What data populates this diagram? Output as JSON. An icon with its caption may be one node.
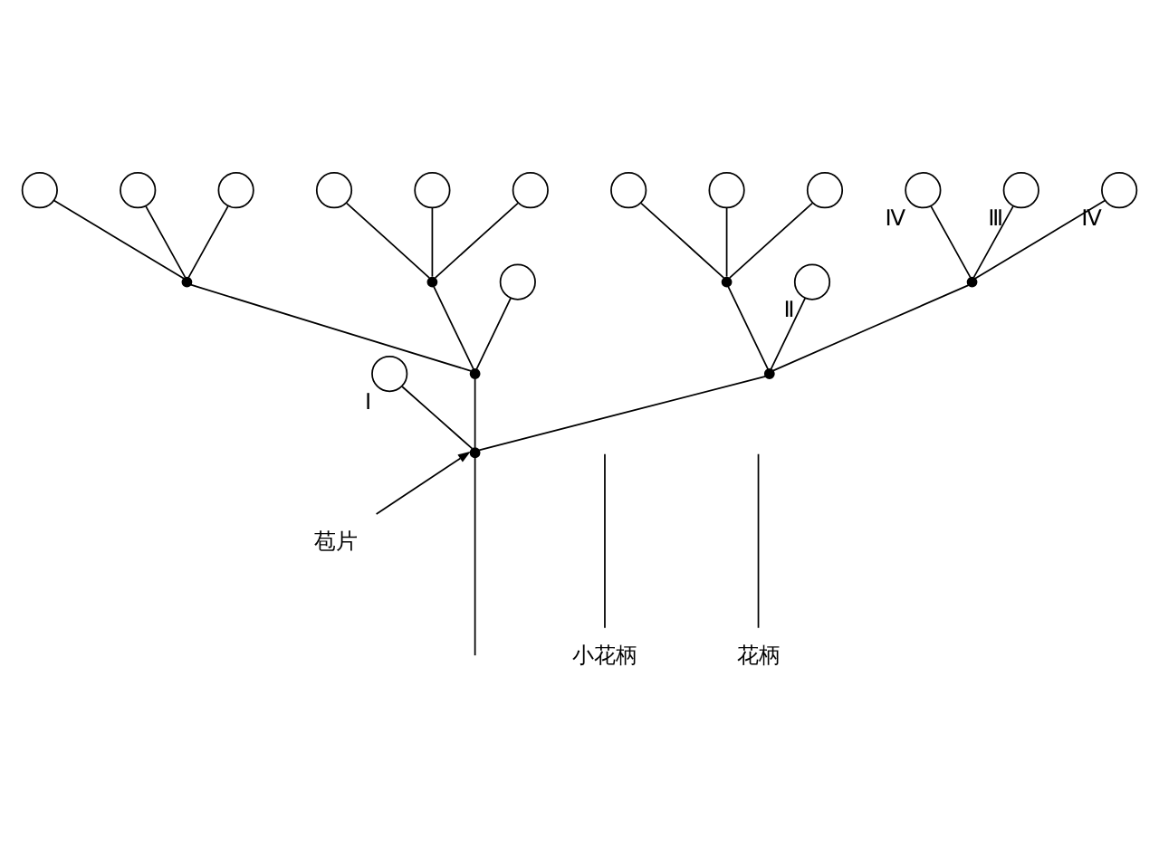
{
  "diagram": {
    "nodes": [
      {
        "text": [],
        "shape": "point"
      },
      {
        "text": [],
        "shape": "circle",
        "beside": [
          "Ⅰ"
        ]
      },
      {
        "text": [],
        "shape": "point"
      },
      {
        "text": [],
        "shape": "point"
      },
      {
        "text": [],
        "shape": "point"
      },
      {
        "text": [],
        "shape": "circle"
      },
      {
        "text": [],
        "shape": "circle"
      },
      {
        "text": [],
        "shape": "circle"
      },
      {
        "text": [],
        "shape": "point"
      },
      {
        "text": [],
        "shape": "circle"
      },
      {
        "text": [],
        "shape": "circle"
      },
      {
        "text": [],
        "shape": "circle"
      },
      {
        "text": [],
        "shape": "circle"
      },
      {
        "text": [],
        "shape": "point"
      },
      {
        "text": [],
        "shape": "circle"
      },
      {
        "text": [],
        "shape": "circle"
      },
      {
        "text": [],
        "shape": "circle"
      },
      {
        "text": [],
        "shape": "circle",
        "beside": [
          "Ⅱ"
        ]
      },
      {
        "text": [],
        "shape": "point"
      },
      {
        "text": [],
        "shape": "circle",
        "beside": [
          "Ⅳ"
        ]
      },
      {
        "text": [],
        "shape": "circle",
        "beside": [
          "Ⅲ"
        ]
      },
      {
        "text": [],
        "shape": "circle",
        "beside": [
          "Ⅳ"
        ]
      },
      {
        "text": [
          "小花柄"
        ]
      },
      {
        "text": [
          "苞片"
        ]
      },
      {
        "text": [
          "花柄"
        ]
      }
    ],
    "edges": [
      {
        "from": null,
        "to": 0,
        "arrow": "none"
      },
      {
        "from": 0,
        "to": 1,
        "arrow": "none"
      },
      {
        "from": 0,
        "to": 2,
        "arrow": "none"
      },
      {
        "from": 0,
        "to": 3,
        "arrow": "none"
      },
      {
        "from": 2,
        "to": 4,
        "arrow": "none"
      },
      {
        "from": 4,
        "to": 5,
        "arrow": "none"
      },
      {
        "from": 4,
        "to": 6,
        "arrow": "none"
      },
      {
        "from": 4,
        "to": 7,
        "arrow": "none"
      },
      {
        "from": 2,
        "to": 8,
        "arrow": "none"
      },
      {
        "from": 8,
        "to": 9,
        "arrow": "none"
      },
      {
        "from": 8,
        "to": 10,
        "arrow": "none"
      },
      {
        "from": 8,
        "to": 11,
        "arrow": "none"
      },
      {
        "from": 2,
        "to": 12,
        "arrow": "none"
      },
      {
        "from": 3,
        "to": 13,
        "arrow": "none"
      },
      {
        "from": 13,
        "to": 14,
        "arrow": "none"
      },
      {
        "from": 13,
        "to": 15,
        "arrow": "none"
      },
      {
        "from": 13,
        "to": 16,
        "arrow": "none"
      },
      {
        "from": 3,
        "to": 17,
        "arrow": "none"
      },
      {
        "from": 3,
        "to": 18,
        "arrow": "none"
      },
      {
        "from": 18,
        "to": 19,
        "arrow": "none"
      },
      {
        "from": 18,
        "to": 20,
        "arrow": "none"
      },
      {
        "from": 18,
        "to": 21,
        "arrow": "none"
      },
      {
        "from": 22,
        "to": null,
        "arrow": "none"
      },
      {
        "from": 23,
        "to": 0,
        "arrow": "to"
      },
      {
        "from": 24,
        "to": null,
        "arrow": "none"
      }
    ]
  }
}
